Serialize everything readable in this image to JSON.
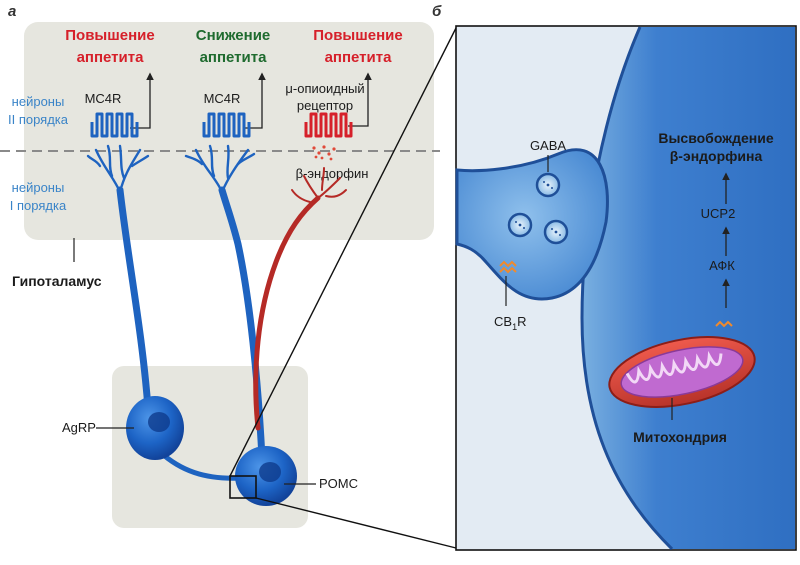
{
  "panel_a": {
    "letter": "a",
    "headings": {
      "left_line1": "Повышение",
      "left_line2": "аппетита",
      "mid_line1": "Снижение",
      "mid_line2": "аппетита",
      "right_line1": "Повышение",
      "right_line2": "аппетита"
    },
    "order2_line1": "нейроны",
    "order2_line2": "II порядка",
    "order1_line1": "нейроны",
    "order1_line2": "I порядка",
    "receptor_left": "MC4R",
    "receptor_mid": "MC4R",
    "receptor_right_line1": "μ-опиоидный",
    "receptor_right_line2": "рецептор",
    "endorphin": "β-эндорфин",
    "hypothalamus": "Гипоталамус",
    "agrp": "AgRP",
    "pomc": "POMC"
  },
  "panel_b": {
    "letter": "б",
    "gaba": "GABA",
    "cb1r_main": "CB",
    "cb1r_sub": "1",
    "cb1r_end": "R",
    "release_line1": "Высвобождение",
    "release_line2": "β-эндорфина",
    "ucp2": "UCP2",
    "afk": "АФК",
    "mito": "Митохондрия"
  },
  "colors": {
    "red": "#d6202a",
    "green": "#1f6b2f",
    "blue_label": "#3a84c8",
    "neuron_blue": "#1e63c0",
    "neuron_red": "#b52a26",
    "box_gray": "#e6e6df"
  }
}
